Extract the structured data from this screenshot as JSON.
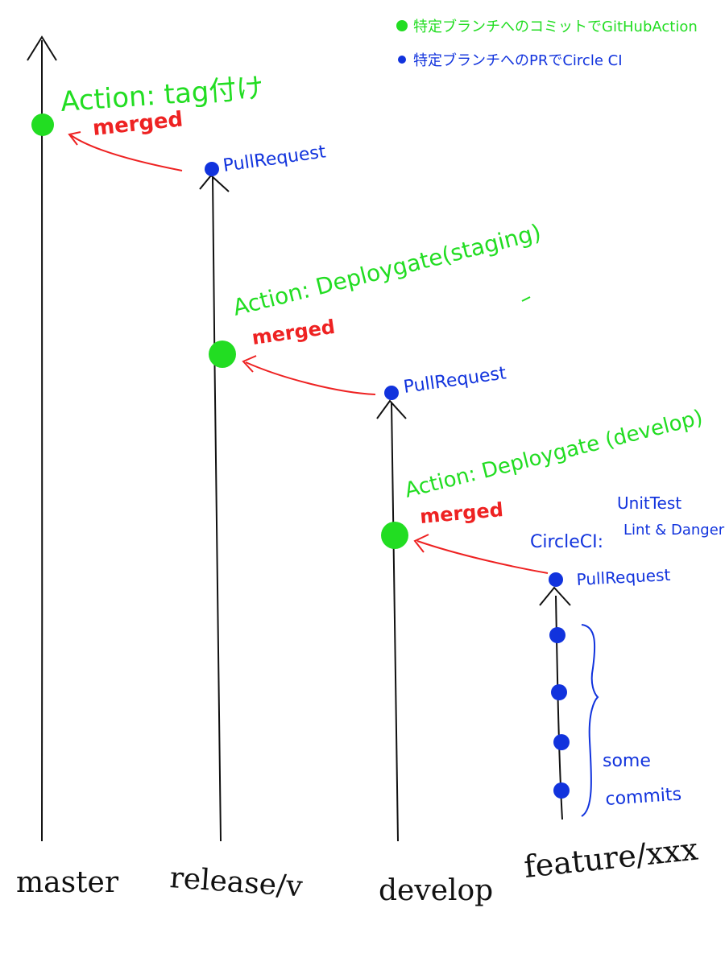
{
  "colors": {
    "ink": "#111111",
    "action_green": "#22dd22",
    "pr_blue": "#1133dd",
    "merge_red": "#ee2222",
    "background": "#ffffff"
  },
  "legend": {
    "green_item": "特定ブランチへのコミットでGitHubAction",
    "blue_item": "特定ブランチへのPRでCircle CI"
  },
  "branches": {
    "master": "master",
    "release": "release/v",
    "develop": "develop",
    "feature": "feature/xxx"
  },
  "labels": {
    "action_tag": "Action: tag付け",
    "action_staging": "Action: Deploygate(staging)",
    "action_develop": "Action: Deploygate (develop)",
    "merged": "merged",
    "pull_request": "PullRequest",
    "circleci_prefix": "CircleCI:",
    "circleci_unit_test": "UnitTest",
    "circleci_lint": "Lint & Danger",
    "some_commits_line1": "some",
    "some_commits_line2": "commits"
  }
}
